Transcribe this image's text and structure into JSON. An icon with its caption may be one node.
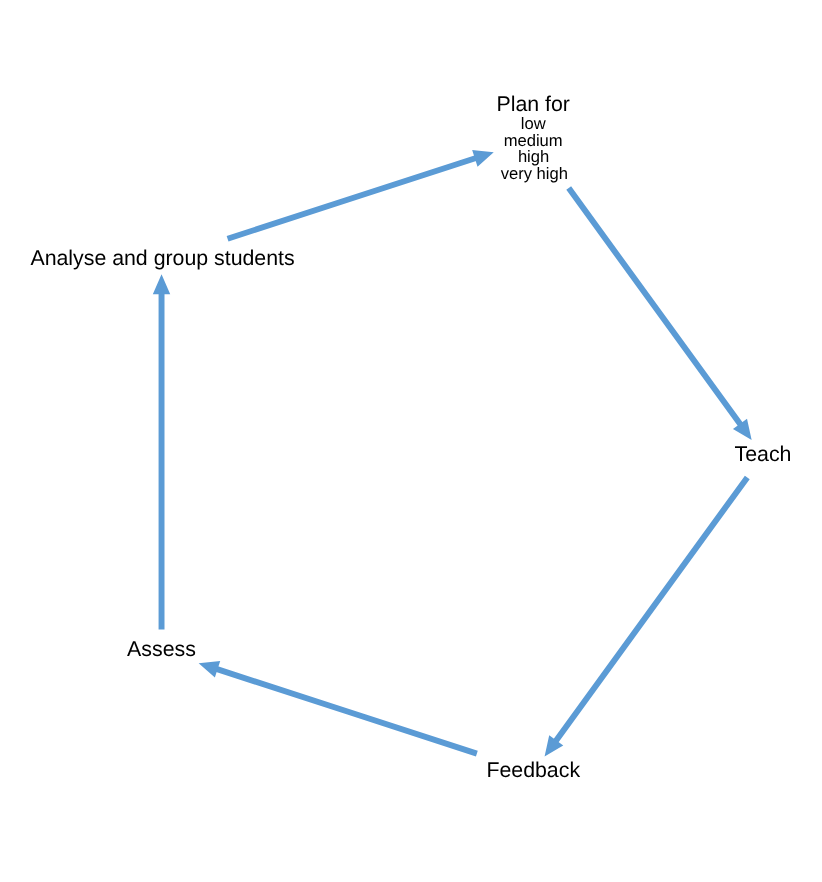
{
  "diagram": {
    "nodes": [
      {
        "text": [
          "Feedback"
        ]
      },
      {
        "text": [
          "Assess"
        ]
      },
      {
        "text": [
          "Analyse and group students"
        ]
      },
      {
        "text": [
          "Plan for",
          "low",
          "medium",
          "high",
          "very high"
        ]
      },
      {
        "text": [
          "Teach"
        ]
      }
    ],
    "edges": [
      {
        "from": 0,
        "to": 1,
        "arrow": "to"
      },
      {
        "from": 1,
        "to": 2,
        "arrow": "to"
      },
      {
        "from": 2,
        "to": 3,
        "arrow": "to"
      },
      {
        "from": 3,
        "to": 4,
        "arrow": "to"
      },
      {
        "from": 4,
        "to": 0,
        "arrow": "to"
      }
    ]
  }
}
